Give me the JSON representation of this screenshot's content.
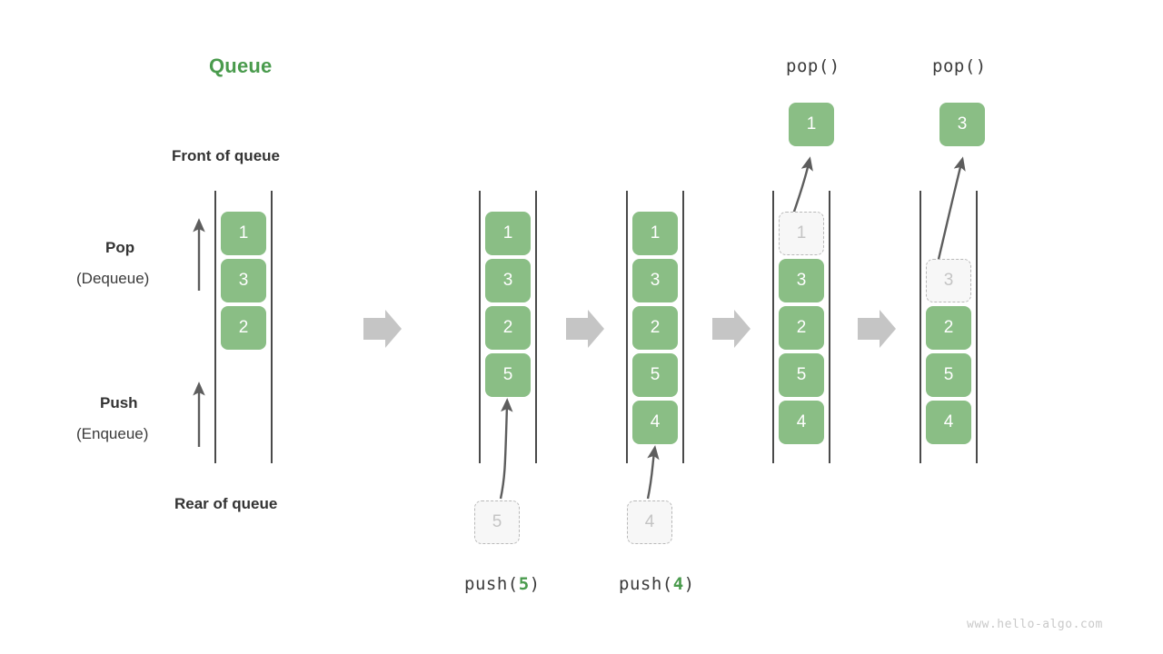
{
  "title": "Queue",
  "labels": {
    "front": "Front of queue",
    "rear": "Rear of queue",
    "pop_title": "Pop",
    "pop_sub": "(Dequeue)",
    "push_title": "Push",
    "push_sub": "(Enqueue)"
  },
  "watermark": "www.hello-algo.com",
  "colors": {
    "accent_green": "#4a9b4d",
    "cell_green": "#8abe85",
    "ghost_border": "#b9b9b9",
    "ghost_fill": "#f7f7f7",
    "ghost_text": "#c4c4c4",
    "arrow_gray": "#c9c9c9",
    "line_gray": "#4a4a4a",
    "text_dark": "#333333"
  },
  "operations": {
    "push5": {
      "label_prefix": "push(",
      "arg": "5",
      "label_suffix": ")"
    },
    "push4": {
      "label_prefix": "push(",
      "arg": "4",
      "label_suffix": ")"
    },
    "pop1": "pop()",
    "pop2": "pop()"
  },
  "columns": [
    {
      "id": "initial",
      "caption": "",
      "cells": [
        {
          "value": "1",
          "state": "solid"
        },
        {
          "value": "3",
          "state": "solid"
        },
        {
          "value": "2",
          "state": "solid"
        }
      ],
      "incoming": null,
      "outgoing": null
    },
    {
      "id": "after-push-5",
      "caption": "push(5)",
      "cells": [
        {
          "value": "1",
          "state": "solid"
        },
        {
          "value": "3",
          "state": "solid"
        },
        {
          "value": "2",
          "state": "solid"
        },
        {
          "value": "5",
          "state": "solid"
        }
      ],
      "incoming": {
        "value": "5",
        "state": "ghost"
      },
      "outgoing": null
    },
    {
      "id": "after-push-4",
      "caption": "push(4)",
      "cells": [
        {
          "value": "1",
          "state": "solid"
        },
        {
          "value": "3",
          "state": "solid"
        },
        {
          "value": "2",
          "state": "solid"
        },
        {
          "value": "5",
          "state": "solid"
        },
        {
          "value": "4",
          "state": "solid"
        }
      ],
      "incoming": {
        "value": "4",
        "state": "ghost"
      },
      "outgoing": null
    },
    {
      "id": "after-pop-1",
      "caption": "pop()",
      "cells": [
        {
          "value": "1",
          "state": "ghost"
        },
        {
          "value": "3",
          "state": "solid"
        },
        {
          "value": "2",
          "state": "solid"
        },
        {
          "value": "5",
          "state": "solid"
        },
        {
          "value": "4",
          "state": "solid"
        }
      ],
      "incoming": null,
      "outgoing": {
        "value": "1",
        "state": "solid"
      }
    },
    {
      "id": "after-pop-3",
      "caption": "pop()",
      "cells": [
        {
          "value": "3",
          "state": "ghost"
        },
        {
          "value": "2",
          "state": "solid"
        },
        {
          "value": "5",
          "state": "solid"
        },
        {
          "value": "4",
          "state": "solid"
        }
      ],
      "incoming": null,
      "outgoing": {
        "value": "3",
        "state": "solid"
      }
    }
  ],
  "diagram": {
    "cell_values_col0": [
      "1",
      "3",
      "2"
    ],
    "cell_values_col1": [
      "1",
      "3",
      "2",
      "5"
    ],
    "cell_values_col2": [
      "1",
      "3",
      "2",
      "5",
      "4"
    ],
    "cell_values_col3": [
      "1",
      "3",
      "2",
      "5",
      "4"
    ],
    "cell_values_col4": [
      "3",
      "2",
      "5",
      "4"
    ],
    "popped_values": [
      "1",
      "3"
    ],
    "pushed_values": [
      "5",
      "4"
    ]
  }
}
